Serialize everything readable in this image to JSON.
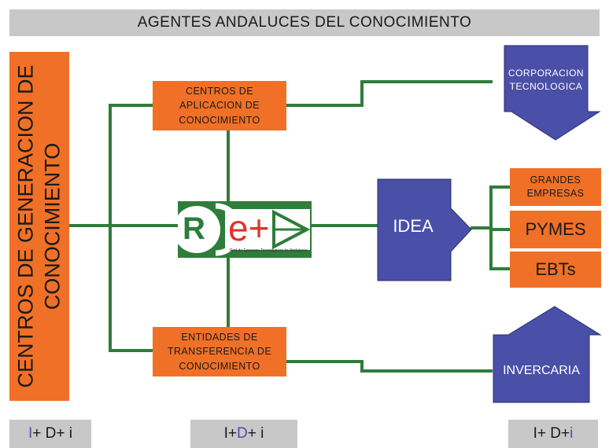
{
  "banner": {
    "title": "AGENTES ANDALUCES DEL CONOCIMIENTO"
  },
  "left_bar": {
    "label": "CENTROS  DE  GENERACION DE\nCONOCIMIENTO"
  },
  "center_top": {
    "label": "CENTROS DE\nAPLICACION DE\nCONOCIMIENTO"
  },
  "center_bottom": {
    "label": "ENTIDADES DE\nTRANSFERENCIA DE\nCONOCIMIENTO"
  },
  "logo": {
    "letter_r": "R",
    "letters": "e+",
    "tagline": "Red de Espacios Tecnológicos de Andalucía"
  },
  "right_top": {
    "label": "CORPORACION\nTECNOLOGICA"
  },
  "idea": {
    "label": "IDEA"
  },
  "companies": {
    "grandes": "GRANDES\nEMPRESAS",
    "pymes": "PYMES",
    "ebts": "EBTs"
  },
  "invercaria": {
    "label": "INVERCARIA"
  },
  "footers": [
    {
      "parts": [
        "I",
        "+ D+ i"
      ],
      "highlight": 0
    },
    {
      "parts": [
        "I+ ",
        "D",
        "+ i"
      ],
      "highlight": 1
    },
    {
      "parts": [
        "I+ D+ ",
        "i"
      ],
      "highlight": 1
    }
  ],
  "colors": {
    "orange": "#f07027",
    "blue": "#4a4fa8",
    "green": "#2e7d3a",
    "gray": "#c8c8c8",
    "highlight": "#4a4fa8"
  }
}
